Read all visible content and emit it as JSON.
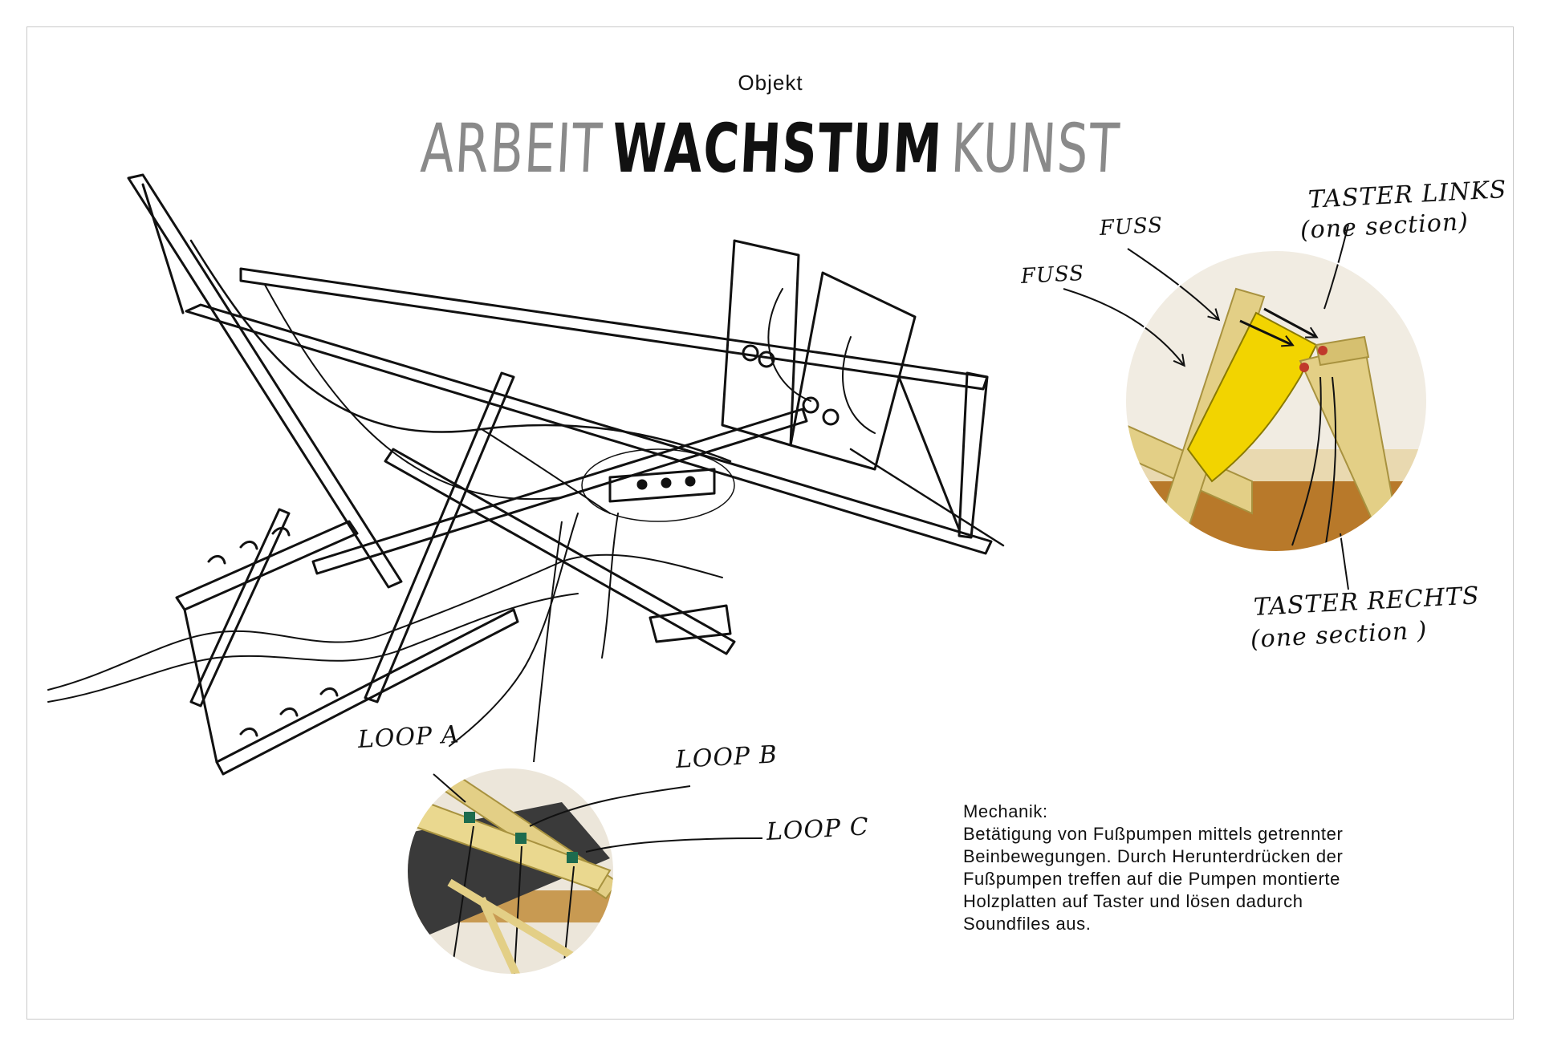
{
  "header": {
    "eyebrow": "Objekt",
    "title_words": [
      "ARBEIT",
      "WACHSTUM",
      "KUNST"
    ]
  },
  "annotations": {
    "fuss_a": "FUSS",
    "fuss_b": "FUSS",
    "taster_links": "TASTER LINKS",
    "taster_links_sub": "(one section)",
    "taster_rechts": "TASTER RECHTS",
    "taster_rechts_sub": "(one section )",
    "loop_a": "LOOP A",
    "loop_b": "LOOP B",
    "loop_c": "LOOP C"
  },
  "mechanik": {
    "heading": "Mechanik:",
    "lines": [
      "Betätigung von Fußpumpen mittels getrennter",
      "Beinbewegungen. Durch Herunterdrücken der",
      "Fußpumpen treffen auf die Pumpen montierte",
      "Holzplatten auf Taster und lösen dadurch",
      "Soundfiles aus."
    ]
  },
  "colors": {
    "ink": "#111111",
    "title_grey": "#8a8a8a",
    "wood": "#e3cf86",
    "pump_yellow": "#f2d400",
    "wall": "#f1ece2",
    "fabric_dark": "#3a3a3a",
    "frame_border": "#c9c9c9"
  },
  "icons": [
    "deckchair-sketch",
    "pump-detail-photo",
    "loop-buttons-photo"
  ]
}
